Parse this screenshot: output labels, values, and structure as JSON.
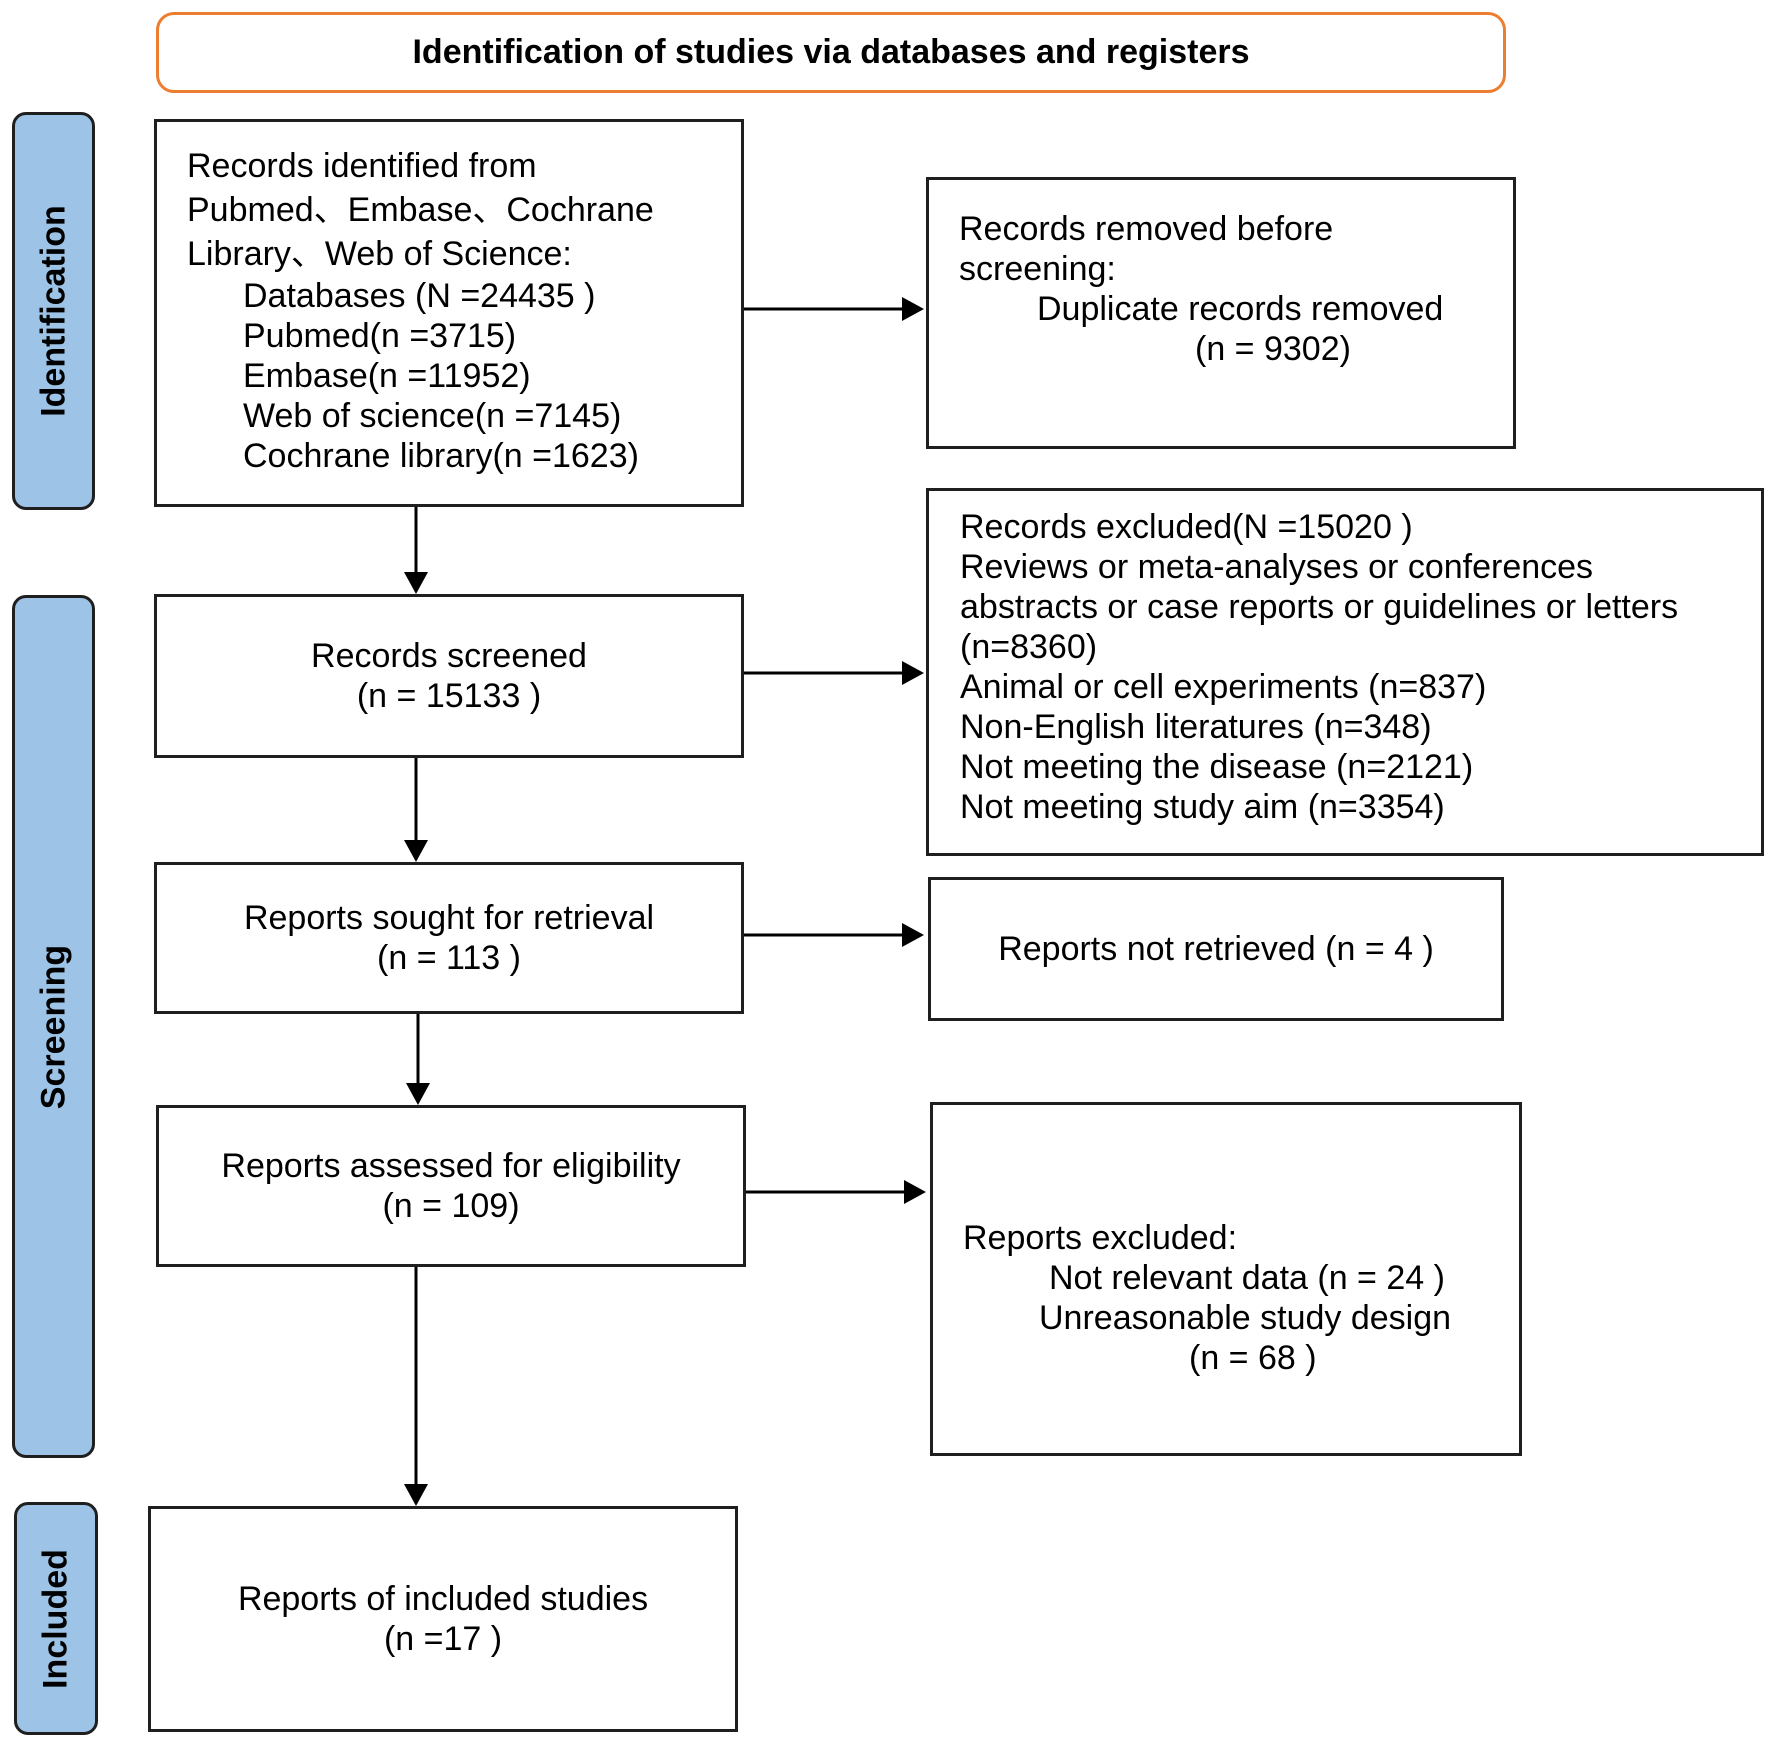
{
  "header": {
    "title": "Identification of studies via databases and registers"
  },
  "phases": {
    "identification": "Identification",
    "screening": "Screening",
    "included": "Included"
  },
  "boxes": {
    "records_identified": {
      "lines": [
        "Records identified from",
        "Pubmed、Embase、Cochrane",
        "Library、Web of Science:",
        "Databases (N =24435 )",
        "Pubmed(n =3715)",
        "Embase(n =11952)",
        "Web of science(n =7145)",
        "Cochrane library(n =1623)"
      ]
    },
    "records_removed": {
      "lines": [
        "Records removed before",
        "screening:",
        "Duplicate records removed",
        "(n = 9302)"
      ]
    },
    "records_screened": {
      "lines": [
        "Records screened",
        "(n = 15133 )"
      ]
    },
    "records_excluded": {
      "lines": [
        "Records excluded(N =15020 )",
        "Reviews or meta-analyses or conferences",
        "abstracts or case reports or guidelines or letters",
        "(n=8360)",
        "Animal or cell experiments (n=837)",
        "Non-English literatures (n=348)",
        "Not meeting the disease (n=2121)",
        "Not meeting study aim (n=3354)"
      ]
    },
    "reports_sought": {
      "lines": [
        "Reports sought for retrieval",
        "(n = 113 )"
      ]
    },
    "reports_not_retrieved": {
      "lines": [
        "Reports not retrieved (n = 4 )"
      ]
    },
    "reports_assessed": {
      "lines": [
        "Reports assessed for eligibility",
        "(n = 109)"
      ]
    },
    "reports_excluded": {
      "lines": [
        "Reports excluded:",
        "Not relevant data (n = 24 )",
        "Unreasonable study design",
        "(n = 68 )"
      ]
    },
    "reports_included": {
      "lines": [
        "Reports of included studies",
        "(n =17 )"
      ]
    }
  },
  "colors": {
    "header_border": "#ed7d31",
    "phase_fill": "#9dc3e6",
    "stroke": "#1f1f1f"
  }
}
